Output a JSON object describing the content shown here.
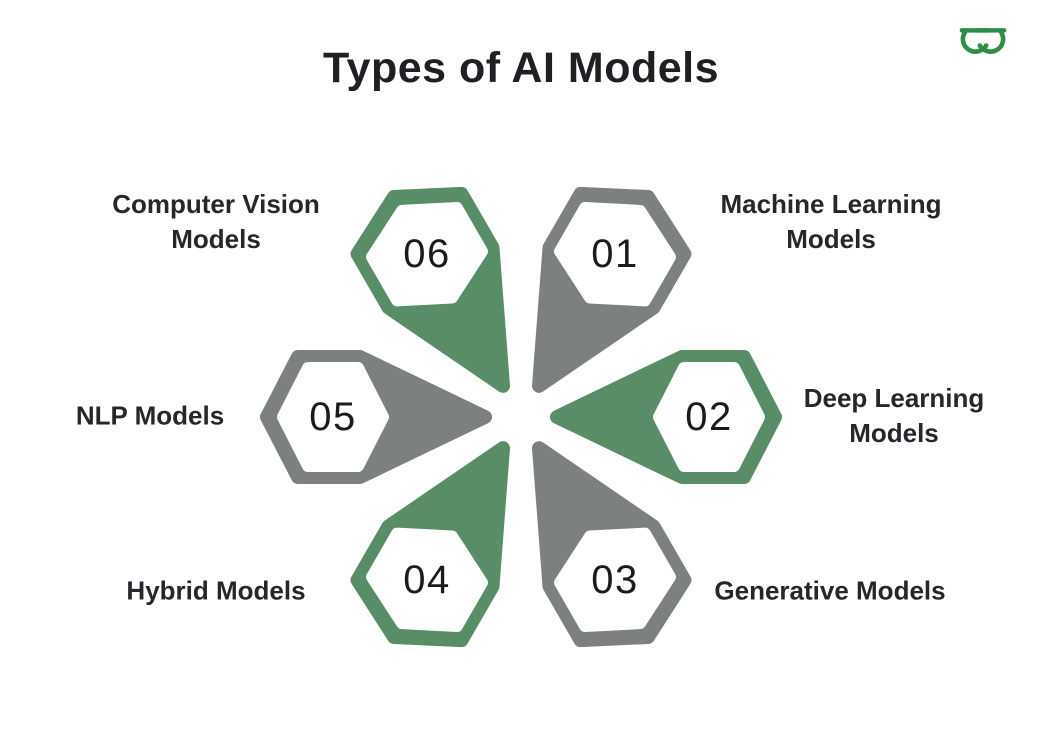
{
  "title": "Types of AI Models",
  "logo": {
    "name": "GeeksforGeeks",
    "color": "#2f8d46"
  },
  "colors": {
    "green": "#588d68",
    "gray": "#7d817d",
    "background": "#ffffff",
    "title_text": "#1e2024",
    "label_text": "#25272c",
    "number_text": "#1b1b1b"
  },
  "diagram": {
    "petals": [
      {
        "number": "01",
        "label": "Machine Learning Models",
        "lines": [
          "Machine Learning",
          "Models"
        ],
        "color_name": "gray",
        "color_hex": "#7d817d"
      },
      {
        "number": "02",
        "label": "Deep Learning Models",
        "lines": [
          "Deep Learning",
          "Models"
        ],
        "color_name": "green",
        "color_hex": "#588d68"
      },
      {
        "number": "03",
        "label": "Generative Models",
        "lines": [
          "Generative Models"
        ],
        "color_name": "gray",
        "color_hex": "#7d817d"
      },
      {
        "number": "04",
        "label": "Hybrid Models",
        "lines": [
          "Hybrid Models"
        ],
        "color_name": "green",
        "color_hex": "#588d68"
      },
      {
        "number": "05",
        "label": "NLP Models",
        "lines": [
          "NLP Models"
        ],
        "color_name": "gray",
        "color_hex": "#7d817d"
      },
      {
        "number": "06",
        "label": "Computer Vision Models",
        "lines": [
          "Computer Vision",
          "Models"
        ],
        "color_name": "green",
        "color_hex": "#588d68"
      }
    ]
  }
}
